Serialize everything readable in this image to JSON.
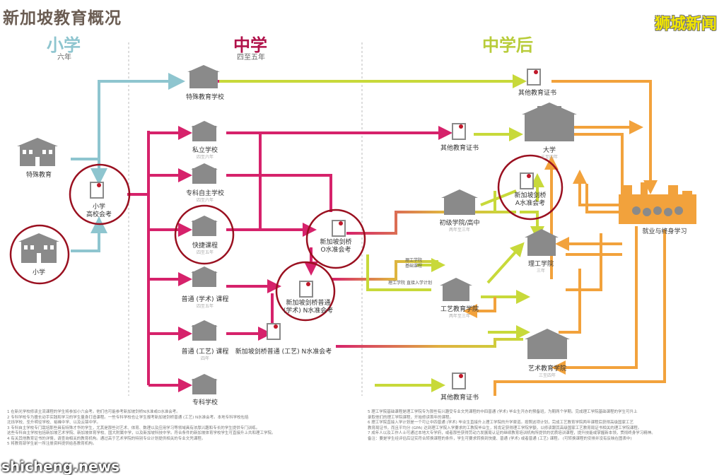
{
  "title": "新加坡教育概况",
  "brand": "狮城新闻",
  "watermark": "shicheng.news",
  "stages": [
    {
      "name": "小学",
      "sub": "六年",
      "color": "#8ec5cf"
    },
    {
      "name": "中学",
      "sub": "四至五年",
      "color": "#b0124a"
    },
    {
      "name": "中学后",
      "sub": "",
      "color": "#b8cc3a"
    }
  ],
  "nodes": {
    "special_edu": "特殊教育",
    "primary": "小学",
    "psle": "小学\n高校会考",
    "special_school": "特殊教育学校",
    "private_school": "私立学校",
    "specialised_indep": "专科自主学校",
    "express": "快捷课程",
    "normal_academic": "普通 (学术) 课程",
    "normal_technical": "普通 (工艺) 课程",
    "specialised_school": "专科学校",
    "n_level_t": "新加坡剑桥普通 (工艺) N水准会考",
    "n_level_a": "新加坡剑桥普通\n(学术) N水准会考",
    "o_level": "新加坡剑桥\nO水准会考",
    "a_level": "新加坡剑桥\nA水准会考",
    "other_cert_top": "其他教育证书",
    "other_cert_mid": "其他教育证书",
    "other_cert_bottom": "其他教育证书",
    "jc": "初级学院/高中",
    "university": "大学",
    "poly": "理工学院",
    "poly_foundation": "理工学院\n基础课程",
    "poly_direct": "理工学院\n直接入学计划",
    "ite": "工艺教育学院",
    "arts": "艺术教育学院",
    "employment": "就业与终身学习"
  },
  "small_labels": {
    "private_school": "四至六年",
    "specialised_indep": "四至六年",
    "express": "四至五年",
    "normal_academic": "四至五年",
    "normal_technical": "四年",
    "jc": "两年至三年",
    "poly": "三年",
    "ite": "两年至三年",
    "arts": "三至四年",
    "university": "三至四年"
  },
  "footnotes_left": [
    "1 在新光学校修读主流课程的学生将参加小六会考。他们也可能参考新加坡剑桥N水准或O水准会考。",
    "2 专科学校专为擅长动手实践和学习的学生量身打造课程。一些专科学校也让学生报考新加坡剑桥普通 (工艺) N水准会考。本地专科学校包括",
    "  北烁学校、圣升明径学校、裕峰中学、以及云锦中学。",
    "3 专科自主学校专门栽培那些具有特殊才华的学生，尤其是那些对艺术、体育、数理以及应用学习等领域具有浓厚兴趣和专长的学生提供专门训练。",
    "  这些专科自主学校包括新加坡艺术学院、新加坡体育学校、国大附属中学，以及新加坡科技中学。符合条件的新加坡体育学校学生可直接升上共和理工学院。",
    "4 有关其他教育证书的详情，请查询相关的教育机构。通过高于艺术学院的特别专业计划提供相关的专业文凭课程。",
    "5 将教育部学生前一所注册资料提供给各教育机构。"
  ],
  "footnotes_right": [
    "5 理工学院基础课程是理工学院专为那些有兴趣受专业文凭课程的中四普通 (学术) 毕业生开办的预备班，为期两个学期。完成理工学院基础课程的学生可升上",
    "  录取他们的理工学院课程，开始修读首年的课程。",
    "6 理工学院直接入学计划是一个可让中四普通 (学术) 毕业生直接升上理工学院的升学渠道。按照这项计划，完成工艺教育学院两年课程后获得高级国家工艺",
    "  教育局证书，而且平均分 (GPA) 达到理工学院入学要求的工教院毕业生，将肯定获得理工学院学额，以修读跟其高级国家工艺教育局证书相关的理工学院课程。",
    "7 成年人以及工作人士可通过本地大专学府，或者那些获得劳动力发展局认证的继续教育培训机构所提供的优质培训课程，提升技能或掌握新本领，贯彻终身学习精神。",
    "  备注：要是学生经评估后证实符合转换课程的条件，学生可要求转换到快捷、普通 (学术) 或者普通 (工艺) 课程。  (可转换课程的安排并没有反映在图表中)"
  ],
  "colors": {
    "teal": "#8ec5cf",
    "magenta": "#d6226b",
    "lime": "#c8d93a",
    "orange": "#f2a23c",
    "circle": "#9a1020",
    "building": "#8a8a8a"
  }
}
